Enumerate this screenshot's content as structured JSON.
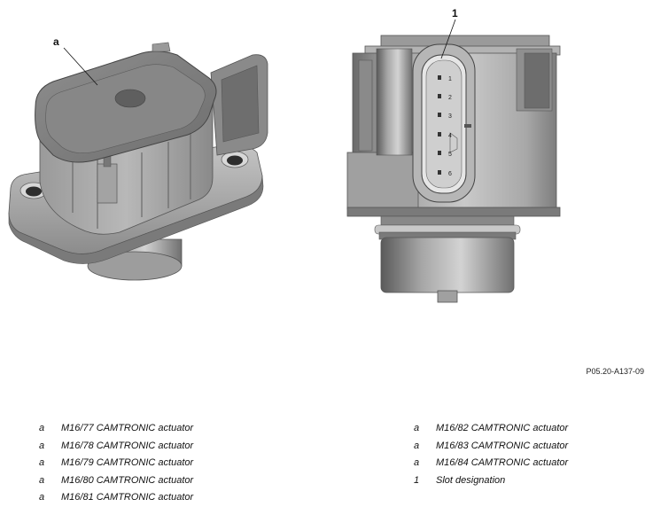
{
  "figure": {
    "callouts": {
      "left": "a",
      "right": "1"
    },
    "pin_numbers": [
      "1",
      "2",
      "3",
      "4",
      "5",
      "6"
    ],
    "code": "P05.20-A137-09"
  },
  "legend": {
    "left": [
      {
        "key": "a",
        "text": "M16/77 CAMTRONIC actuator"
      },
      {
        "key": "a",
        "text": "M16/78 CAMTRONIC actuator"
      },
      {
        "key": "a",
        "text": "M16/79 CAMTRONIC actuator"
      },
      {
        "key": "a",
        "text": "M16/80 CAMTRONIC actuator"
      },
      {
        "key": "a",
        "text": "M16/81 CAMTRONIC actuator"
      }
    ],
    "right": [
      {
        "key": "a",
        "text": "M16/82 CAMTRONIC actuator"
      },
      {
        "key": "a",
        "text": "M16/83 CAMTRONIC actuator"
      },
      {
        "key": "a",
        "text": "M16/84 CAMTRONIC actuator"
      },
      {
        "key": "1",
        "text": "Slot designation"
      }
    ]
  }
}
